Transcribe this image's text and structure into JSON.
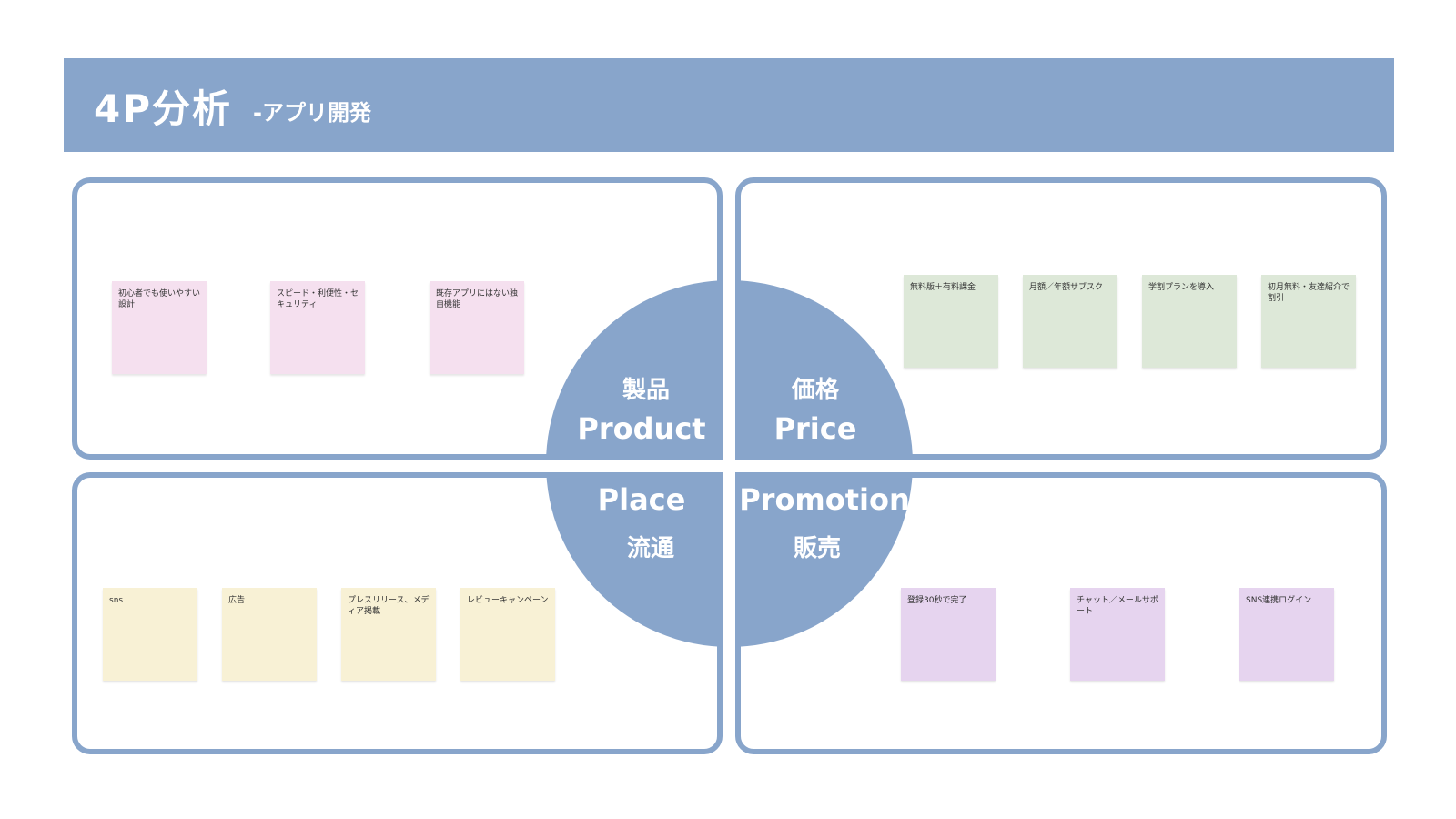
{
  "header": {
    "title": "4P分析",
    "subtitle": "-アプリ開発"
  },
  "quadrants": {
    "product": {
      "jp": "製品",
      "en": "Product"
    },
    "price": {
      "jp": "価格",
      "en": "Price"
    },
    "place": {
      "jp": "流通",
      "en": "Place"
    },
    "promotion": {
      "jp": "販売",
      "en": "Promotion"
    }
  },
  "notes": {
    "product": [
      "初心者でも使いやすい設計",
      "スピード・利便性・セキュリティ",
      "既存アプリにはない独自機能"
    ],
    "price": [
      "無料版＋有料課金",
      "月額／年額サブスク",
      "学割プランを導入",
      "初月無料・友達紹介で割引"
    ],
    "place": [
      "sns",
      "広告",
      "プレスリリース、メディア掲載",
      "レビューキャンペーン"
    ],
    "promotion": [
      "登録30秒で完了",
      "チャット／メールサポート",
      "SNS連携ログイン"
    ]
  },
  "colors": {
    "accent": "#88a5cb",
    "product_note": "#f5e0ef",
    "price_note": "#dde8d8",
    "place_note": "#f8f1d5",
    "promotion_note": "#e6d4ef"
  }
}
